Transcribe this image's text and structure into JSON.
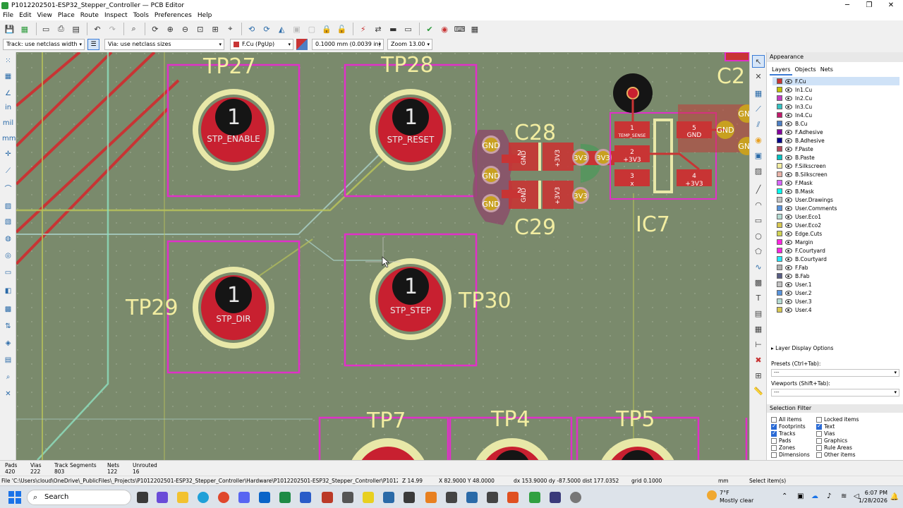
{
  "window": {
    "title": "P1012202501-ESP32_Stepper_Controller — PCB Editor",
    "minimize": "─",
    "maximize": "❐",
    "close": "✕"
  },
  "menu": [
    "File",
    "Edit",
    "View",
    "Place",
    "Route",
    "Inspect",
    "Tools",
    "Preferences",
    "Help"
  ],
  "toolbar2": {
    "track": "Track: use netclass width",
    "via": "Via: use netclass sizes",
    "layer": "F.Cu (PgUp)",
    "grid": "0.1000 mm (0.0039 in)",
    "zoom": "Zoom 13.00"
  },
  "canvas": {
    "testpoints": [
      {
        "ref": "TP27",
        "net": "STP_ENABLE",
        "pin": "1"
      },
      {
        "ref": "TP28",
        "net": "STP_RESET",
        "pin": "1"
      },
      {
        "ref": "TP29",
        "net": "STP_DIR",
        "pin": "1"
      },
      {
        "ref": "TP30",
        "net": "STP_STEP",
        "pin": "1"
      },
      {
        "ref": "TP7",
        "net": "",
        "pin": ""
      },
      {
        "ref": "TP4",
        "net": "",
        "pin": ""
      },
      {
        "ref": "TP5",
        "net": "",
        "pin": ""
      }
    ],
    "c28": "C28",
    "c29": "C29",
    "ic7": "IC7",
    "c2": "C2",
    "gnd": "GND",
    "v33": "3V3",
    "pv33": "+3V3",
    "x": "x",
    "p1": "1",
    "p2": "2",
    "p3": "3",
    "p4": "4",
    "p5": "5",
    "temp": "TEMP_SENSE"
  },
  "panel": {
    "header": "Appearance",
    "tabs": [
      "Layers",
      "Objects",
      "Nets"
    ],
    "layers": [
      {
        "name": "F.Cu",
        "color": "#c83434"
      },
      {
        "name": "In1.Cu",
        "color": "#c2c200"
      },
      {
        "name": "In2.Cu",
        "color": "#c23bc2"
      },
      {
        "name": "In3.Cu",
        "color": "#34c2c2"
      },
      {
        "name": "In4.Cu",
        "color": "#c21a6c"
      },
      {
        "name": "B.Cu",
        "color": "#4d7fc4"
      },
      {
        "name": "F.Adhesive",
        "color": "#84009e"
      },
      {
        "name": "B.Adhesive",
        "color": "#00008a"
      },
      {
        "name": "F.Paste",
        "color": "#b4485a"
      },
      {
        "name": "B.Paste",
        "color": "#00c2c2"
      },
      {
        "name": "F.Silkscreen",
        "color": "#f2eda1"
      },
      {
        "name": "B.Silkscreen",
        "color": "#e8b2a7"
      },
      {
        "name": "F.Mask",
        "color": "#d864ff"
      },
      {
        "name": "B.Mask",
        "color": "#02ffee"
      },
      {
        "name": "User.Drawings",
        "color": "#c2c2c2"
      },
      {
        "name": "User.Comments",
        "color": "#5994dc"
      },
      {
        "name": "User.Eco1",
        "color": "#b4dbd2"
      },
      {
        "name": "User.Eco2",
        "color": "#d8c852"
      },
      {
        "name": "Edge.Cuts",
        "color": "#d0d252"
      },
      {
        "name": "Margin",
        "color": "#ff26e2"
      },
      {
        "name": "F.Courtyard",
        "color": "#ff26e2"
      },
      {
        "name": "B.Courtyard",
        "color": "#26e9ff"
      },
      {
        "name": "F.Fab",
        "color": "#afafaf"
      },
      {
        "name": "B.Fab",
        "color": "#585d84"
      },
      {
        "name": "User.1",
        "color": "#c2c2c2"
      },
      {
        "name": "User.2",
        "color": "#5994dc"
      },
      {
        "name": "User.3",
        "color": "#b4dbd2"
      },
      {
        "name": "User.4",
        "color": "#d8c852"
      }
    ],
    "layer_display": "Layer Display Options",
    "presets_label": "Presets (Ctrl+Tab):",
    "presets_value": "---",
    "viewports_label": "Viewports (Shift+Tab):",
    "viewports_value": "---",
    "selection_filter": "Selection Filter",
    "filters_left": [
      {
        "label": "All items",
        "checked": false
      },
      {
        "label": "Footprints",
        "checked": true
      },
      {
        "label": "Tracks",
        "checked": true
      },
      {
        "label": "Pads",
        "checked": false
      },
      {
        "label": "Zones",
        "checked": false
      },
      {
        "label": "Dimensions",
        "checked": false
      }
    ],
    "filters_right": [
      {
        "label": "Locked items",
        "checked": false
      },
      {
        "label": "Text",
        "checked": true
      },
      {
        "label": "Vias",
        "checked": false
      },
      {
        "label": "Graphics",
        "checked": false
      },
      {
        "label": "Rule Areas",
        "checked": false
      },
      {
        "label": "Other items",
        "checked": false
      }
    ]
  },
  "stats": {
    "pads_label": "Pads",
    "pads": "420",
    "vias_label": "Vias",
    "vias": "222",
    "segs_label": "Track Segments",
    "segs": "803",
    "nets_label": "Nets",
    "nets": "122",
    "unrouted_label": "Unrouted",
    "unrouted": "16"
  },
  "status": {
    "file": "File 'C:\\Users\\cloud\\OneDrive\\_PublicFiles\\_Projects\\P1012202501-ESP32_Stepper_Controller\\Hardware\\P1012202501-ESP32_Stepper_Controller\\P1012202501-...",
    "z": "Z 14.99",
    "xy": "X 82.9000  Y 48.0000",
    "dxdy": "dx 153.9000  dy -87.5000  dist 177.0352",
    "grid": "grid 0.1000",
    "units": "mm",
    "mode": "Select item(s)"
  },
  "taskbar": {
    "search": "Search",
    "temp": "7°F",
    "weather": "Mostly clear",
    "time": "6:07 PM",
    "date": "1/28/2026"
  },
  "icons": {
    "search": "search-icon",
    "windows": "windows-start-icon"
  }
}
